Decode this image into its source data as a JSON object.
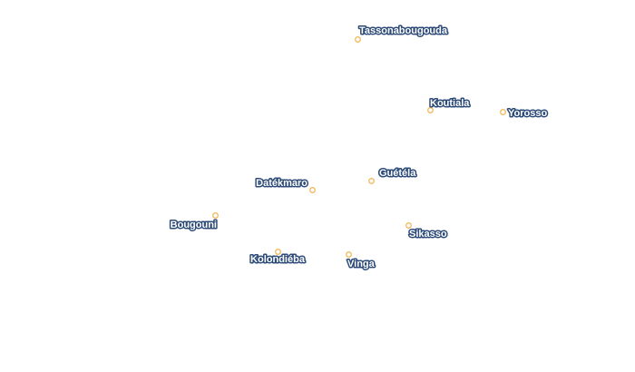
{
  "map": {
    "colors": {
      "background": "#ffffff",
      "marker_stroke": "#f2b95c",
      "marker_fill": "#ffffff",
      "label_fill": "#ffffff",
      "label_halo": "#2c4a78"
    },
    "places": [
      {
        "name": "Tassonabougouda"
      },
      {
        "name": "Koutiala"
      },
      {
        "name": "Yorosso"
      },
      {
        "name": "Guétéla"
      },
      {
        "name": "Datékmaro"
      },
      {
        "name": "Bougouni"
      },
      {
        "name": "Sikasso"
      },
      {
        "name": "Kolondiéba"
      },
      {
        "name": "Vinga"
      }
    ]
  }
}
